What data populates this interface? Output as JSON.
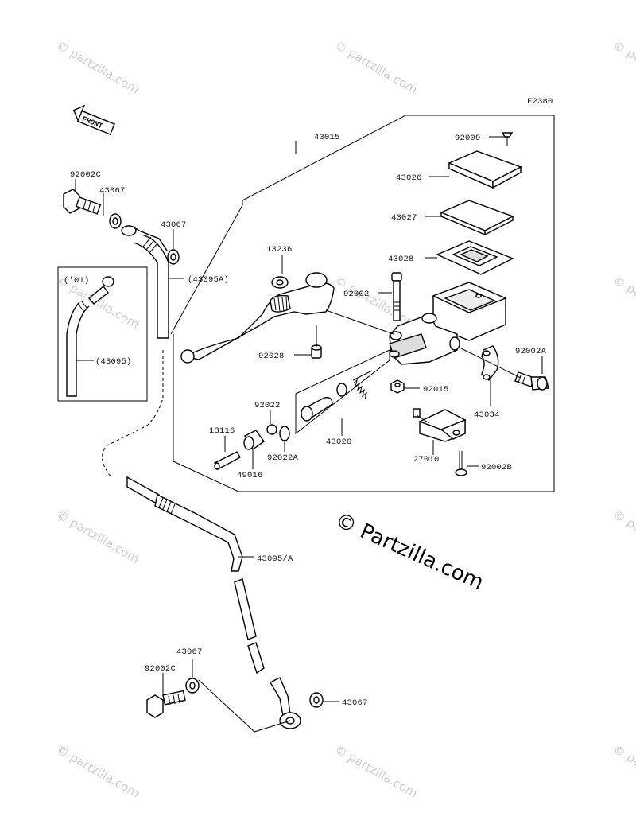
{
  "figure_code": "F2380",
  "front_arrow_label": "FRONT",
  "watermark": {
    "text": "© Partzilla.com",
    "small_text": "© partzilla.com"
  },
  "parts": {
    "p43015": "43015",
    "p92009": "92009",
    "p43026": "43026",
    "p43027": "43027",
    "p43028": "43028",
    "p13236": "13236",
    "p92002": "92002",
    "p92002A": "92002A",
    "p92028": "92028",
    "p92015": "92015",
    "p43034": "43034",
    "p92022": "92022",
    "p13116": "13116",
    "p92022A": "92022A",
    "p43020": "43020",
    "p49016": "49016",
    "p27010": "27010",
    "p92002B": "92002B",
    "p92002C_top": "92002C",
    "p43067_top1": "43067",
    "p43067_top2": "43067",
    "p43095A_paren": "(43095A)",
    "p01": "('01)",
    "p43095_paren": "(43095)",
    "p43095_A": "43095/A",
    "p43067_bot1": "43067",
    "p92002C_bot": "92002C",
    "p43067_bot2": "43067"
  }
}
